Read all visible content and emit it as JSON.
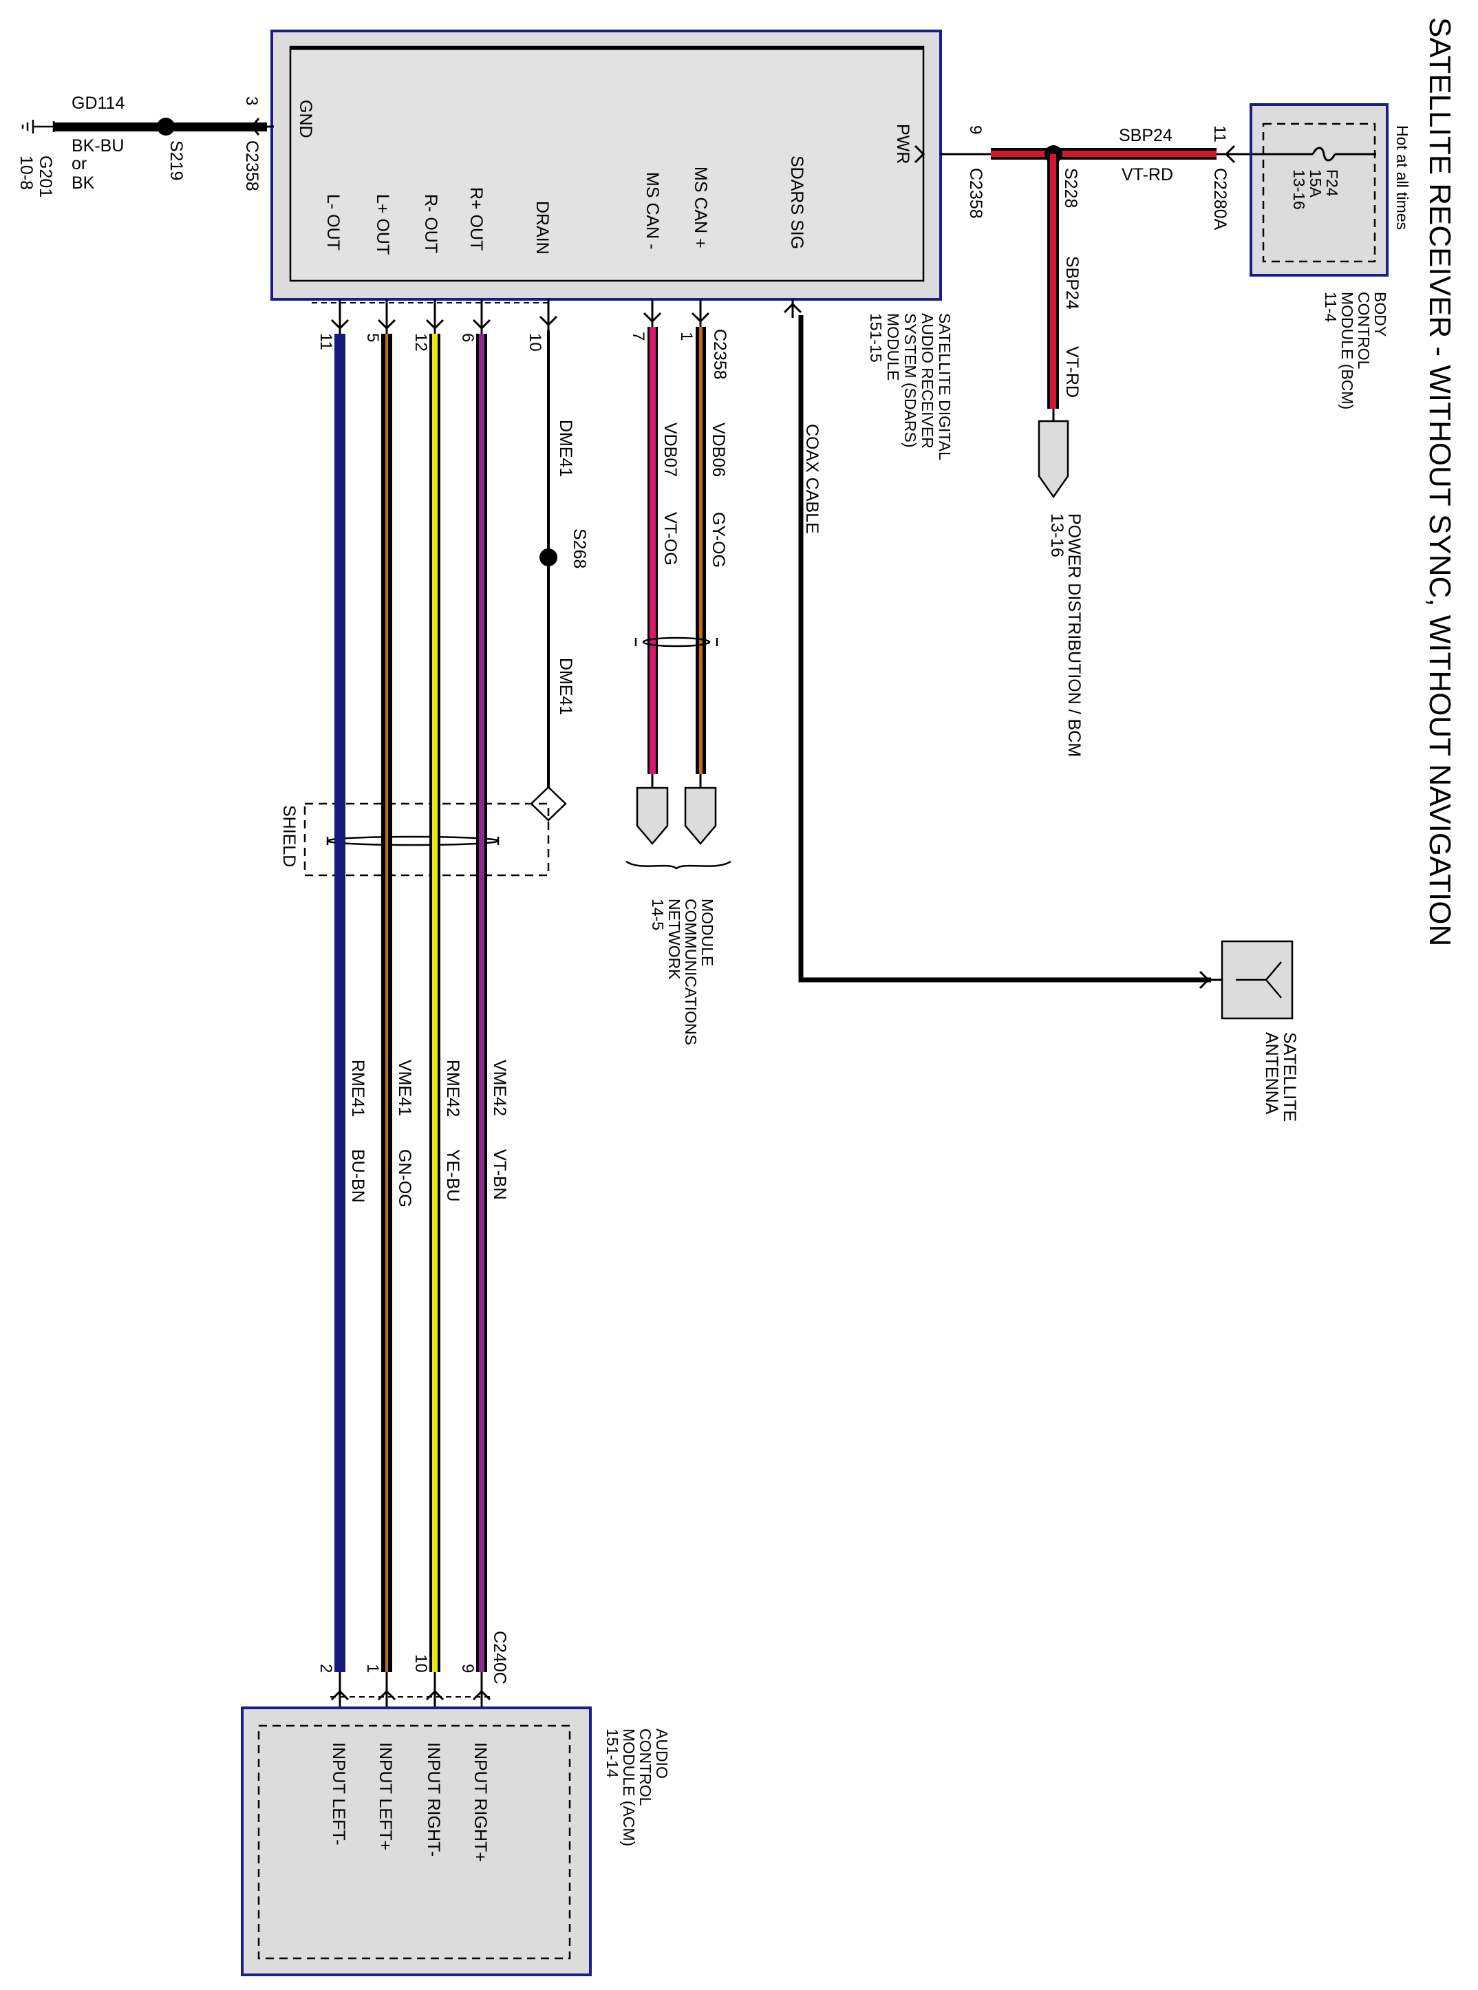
{
  "title": "SATELLITE RECEIVER - WITHOUT SYNC, WITHOUT NAVIGATION",
  "colors": {
    "navy": "#161a7a",
    "black": "#000000",
    "magenta": "#d81a6a",
    "purple": "#8a2b8e",
    "yellow": "#ece61c",
    "orange": "#c46a1c",
    "red": "#d01830",
    "box_fill": "#dcdcdc",
    "box_border": "#1c1c8c"
  },
  "sdars": {
    "name_lines": [
      "SATELLITE DIGITAL",
      "AUDIO RECEIVER",
      "SYSTEM (SDARS)",
      "MODULE",
      "151-15"
    ],
    "pins": {
      "gnd": "GND",
      "pwr": "PWR",
      "sdars_sig": "SDARS SIG",
      "ms_can_plus": "MS CAN +",
      "ms_can_minus": "MS CAN -",
      "drain": "DRAIN",
      "r_plus_out": "R+ OUT",
      "r_minus_out": "R- OUT",
      "l_plus_out": "L+ OUT",
      "l_minus_out": "L- OUT"
    }
  },
  "ground": {
    "circuit": "GD114",
    "color_lines": [
      "BK-BU",
      "or",
      "BK"
    ],
    "splice": "S219",
    "connector": "C2358",
    "pin": "3",
    "ground_point": "G201",
    "ground_page": "10-8"
  },
  "power": {
    "connector_sdars": "C2358",
    "pin_sdars": "9",
    "splice": "S228",
    "circuit": "SBP24",
    "color": "VT-RD",
    "connector_bcm": "C2280A",
    "pin_bcm": "11"
  },
  "bcm": {
    "hot_label": "Hot at all times",
    "fuse_lines": [
      "F24",
      "15A",
      "13-16"
    ],
    "name_lines": [
      "BODY",
      "CONTROL",
      "MODULE (BCM)",
      "11-4"
    ]
  },
  "power_distribution": {
    "circuit": "SBP24",
    "color": "VT-RD",
    "label_lines": [
      "POWER DISTRIBUTION / BCM",
      "13-16"
    ]
  },
  "antenna": {
    "cable": "COAX CABLE",
    "name_lines": [
      "SATELLITE",
      "ANTENNA"
    ]
  },
  "can": {
    "connector": "C2358",
    "plus": {
      "pin": "1",
      "circuit": "VDB06",
      "color": "GY-OG"
    },
    "minus": {
      "pin": "7",
      "circuit": "VDB07",
      "color": "VT-OG"
    },
    "network_lines": [
      "MODULE",
      "COMMUNICATIONS",
      "NETWORK",
      "14-5"
    ]
  },
  "drain": {
    "pin": "10",
    "circuit_top": "DME41",
    "splice": "S268",
    "circuit_bottom": "DME41",
    "shield": "SHIELD"
  },
  "audio": {
    "top_pins": {
      "r_plus": "6",
      "r_minus": "12",
      "l_plus": "5",
      "l_minus": "11"
    },
    "connector_acm": "C240C",
    "bottom_pins": {
      "r_plus": "9",
      "r_minus": "10",
      "l_plus": "1",
      "l_minus": "2"
    },
    "circuits": {
      "r_plus": {
        "id": "VME42",
        "color": "VT-BN"
      },
      "r_minus": {
        "id": "RME42",
        "color": "YE-BU"
      },
      "l_plus": {
        "id": "VME41",
        "color": "GN-OG"
      },
      "l_minus": {
        "id": "RME41",
        "color": "BU-BN"
      }
    }
  },
  "acm": {
    "name_lines": [
      "AUDIO",
      "CONTROL",
      "MODULE (ACM)",
      "151-14"
    ],
    "inputs": {
      "r_plus": "INPUT RIGHT+",
      "r_minus": "INPUT RIGHT-",
      "l_plus": "INPUT LEFT+",
      "l_minus": "INPUT LEFT-"
    }
  }
}
